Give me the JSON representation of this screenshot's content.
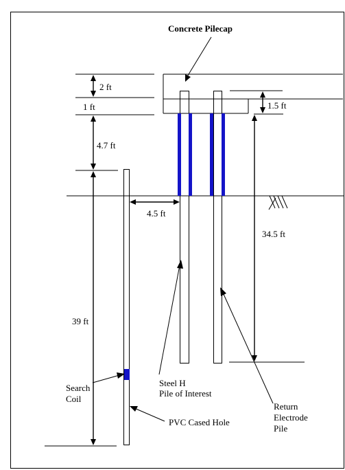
{
  "labels": {
    "title": "Concrete Pilecap",
    "dim_2ft": "2 ft",
    "dim_1ft": "1 ft",
    "dim_1_5ft": "1.5 ft",
    "dim_4_7ft": "4.7 ft",
    "dim_4_5ft": "4.5 ft",
    "dim_34_5ft": "34.5 ft",
    "dim_39ft": "39 ft",
    "search_coil_line1": "Search",
    "search_coil_line2": "Coil",
    "steel_h_line1": "Steel H",
    "steel_h_line2": "Pile of Interest",
    "pvc": "PVC Cased Hole",
    "return_line1": "Return",
    "return_line2": "Electrode",
    "return_line3": "Pile"
  },
  "colors": {
    "line": "#000000",
    "electrode_blue": "#1414c8",
    "background": "#ffffff"
  }
}
